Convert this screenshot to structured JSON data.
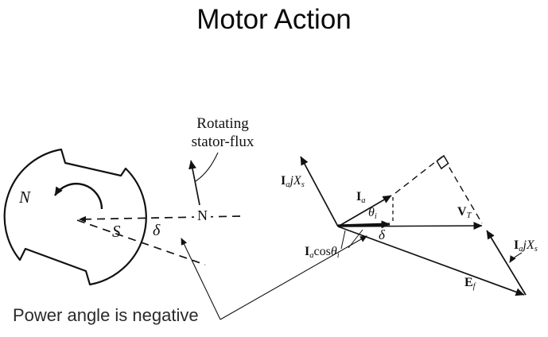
{
  "title": "Motor Action",
  "annotations": {
    "rotating_flux_line1": "Rotating",
    "rotating_flux_line2": "stator-flux",
    "power_angle": "Power angle is negative"
  },
  "rotor": {
    "pole_n": "N",
    "pole_s": "S",
    "axis_n": "N",
    "delta": "δ"
  },
  "phasor": {
    "iajxs_left": [
      {
        "t": "I",
        "s": "b"
      },
      {
        "t": "a",
        "s": "isub"
      },
      {
        "t": "jX",
        "s": "i"
      },
      {
        "t": "s",
        "s": "isub"
      }
    ],
    "ia": [
      {
        "t": "I",
        "s": "b"
      },
      {
        "t": "a",
        "s": "isub"
      }
    ],
    "theta_i": [
      {
        "t": "θ",
        "s": "i"
      },
      {
        "t": "i",
        "s": "isub"
      }
    ],
    "vt": [
      {
        "t": "V",
        "s": "b"
      },
      {
        "t": "T",
        "s": "isub"
      }
    ],
    "delta": [
      {
        "t": "δ",
        "s": "i"
      }
    ],
    "ia_cos_theta": [
      {
        "t": "I",
        "s": "b"
      },
      {
        "t": "a",
        "s": "isub"
      },
      {
        "t": "cos",
        "s": "n"
      },
      {
        "t": "θ",
        "s": "i"
      },
      {
        "t": "i",
        "s": "isub"
      }
    ],
    "ef": [
      {
        "t": "E",
        "s": "b"
      },
      {
        "t": "f",
        "s": "isub"
      }
    ],
    "iajxs_right": [
      {
        "t": "I",
        "s": "b"
      },
      {
        "t": "a",
        "s": "isub"
      },
      {
        "t": "jX",
        "s": "i"
      },
      {
        "t": "s",
        "s": "isub"
      }
    ]
  },
  "colors": {
    "ink": "#111111",
    "background": "#ffffff"
  }
}
